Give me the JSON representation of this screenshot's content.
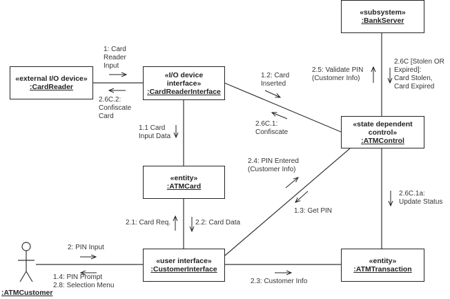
{
  "diagram": {
    "type": "UML communication diagram",
    "objects": {
      "card_reader": {
        "stereotype": "«external I/O device»",
        "name": ":CardReader"
      },
      "card_reader_interface": {
        "stereotype": "«I/O device interface»",
        "name": ":CardReaderInterface"
      },
      "bank_server": {
        "stereotype": "«subsystem»",
        "name": ":BankServer"
      },
      "atm_control": {
        "stereotype": "«state dependent control»",
        "name": ":ATMControl"
      },
      "atm_card": {
        "stereotype": "«entity»",
        "name": ":ATMCard"
      },
      "customer_interface": {
        "stereotype": "«user interface»",
        "name": ":CustomerInterface"
      },
      "atm_transaction": {
        "stereotype": "«entity»",
        "name": ":ATMTransaction"
      }
    },
    "actor": {
      "name": ":ATMCustomer"
    },
    "messages": {
      "m1": "1: Card\nReader\nInput",
      "m2_6c_2": "2.6C.2:\nConfiscate\nCard",
      "m1_1": "1.1 Card\nInput Data",
      "m1_2": "1.2: Card\nInserted",
      "m2_6c_1": "2.6C.1:\nConfiscate",
      "m2_5": "2.5: Validate PIN\n(Customer Info)",
      "m2_6c": "2.6C [Stolen OR\nExpired]:\nCard Stolen,\nCard Expired",
      "m2_4": "2.4: PIN Entered\n(Customer Info)",
      "m1_3": "1.3: Get PIN",
      "m2_1": "2.1: Card Req.",
      "m2_2": "2.2: Card Data",
      "m2_6c_1a": "2.6C.1a:\nUpdate Status",
      "m2": "2: PIN Input",
      "m1_4_2_8": "1.4: PIN Prompt\n2.8: Selection Menu",
      "m2_3": "2.3: Customer Info"
    }
  }
}
